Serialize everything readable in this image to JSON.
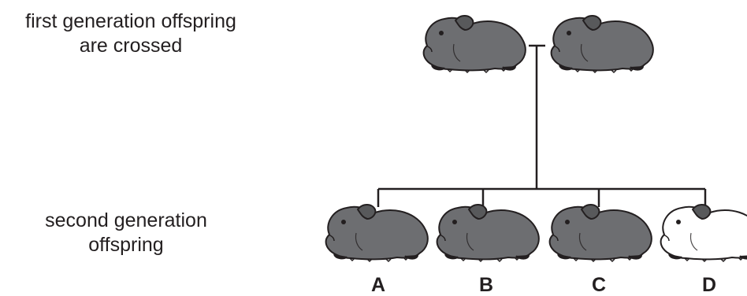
{
  "labels": {
    "first_generation": {
      "line1": "first generation offspring",
      "line2": "are crossed"
    },
    "second_generation": {
      "line1": "second generation",
      "line2": "offspring"
    }
  },
  "parents": [
    {
      "name": "parent-guinea-pig-1",
      "coat": "grey"
    },
    {
      "name": "parent-guinea-pig-2",
      "coat": "grey"
    }
  ],
  "offspring": [
    {
      "letter": "A",
      "coat": "grey"
    },
    {
      "letter": "B",
      "coat": "grey"
    },
    {
      "letter": "C",
      "coat": "grey"
    },
    {
      "letter": "D",
      "coat": "white"
    }
  ],
  "colors": {
    "grey_coat": "#6d6e71",
    "white_coat": "#ffffff",
    "ear": "#58595b",
    "outline": "#231f20"
  }
}
